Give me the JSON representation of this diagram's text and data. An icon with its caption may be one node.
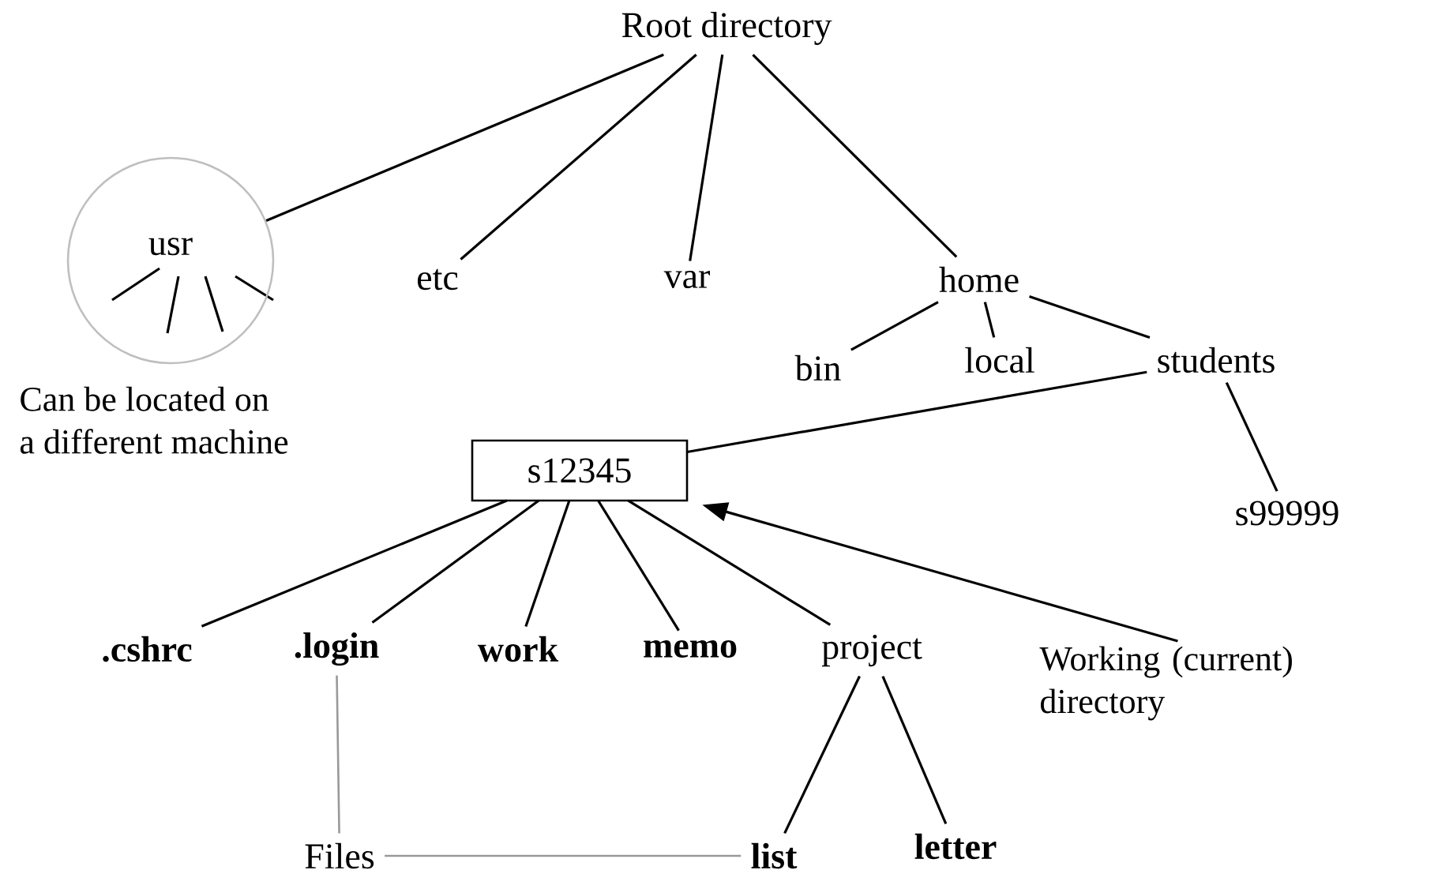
{
  "diagram": {
    "nodes": [
      {
        "text": [
          "Root directory"
        ]
      },
      {
        "text": [
          "usr"
        ],
        "beside": [
          "Can be located on a different machine"
        ]
      },
      {
        "text": [
          "etc"
        ]
      },
      {
        "text": [
          "var"
        ]
      },
      {
        "text": [
          "home"
        ]
      },
      {
        "text": [
          "bin"
        ]
      },
      {
        "text": [
          "local"
        ]
      },
      {
        "text": [
          "students"
        ]
      },
      {
        "text": [
          "s12345"
        ]
      },
      {
        "text": [
          "s99999"
        ]
      },
      {
        "text": [
          ".cshrc"
        ]
      },
      {
        "text": [
          ".login"
        ]
      },
      {
        "text": [
          "work"
        ]
      },
      {
        "text": [
          "memo"
        ]
      },
      {
        "text": [
          "project"
        ]
      },
      {
        "text": [
          "Working (current) directory"
        ]
      },
      {
        "text": [
          "Files"
        ]
      },
      {
        "text": [
          "list"
        ]
      },
      {
        "text": [
          "letter"
        ]
      }
    ],
    "edges": [
      {
        "from": 0,
        "to": 1,
        "arrow": "none"
      },
      {
        "from": 0,
        "to": 2,
        "arrow": "none"
      },
      {
        "from": 0,
        "to": 3,
        "arrow": "none"
      },
      {
        "from": 0,
        "to": 4,
        "arrow": "none"
      },
      {
        "from": 4,
        "to": 5,
        "arrow": "none"
      },
      {
        "from": 4,
        "to": 6,
        "arrow": "none"
      },
      {
        "from": 4,
        "to": 7,
        "arrow": "none"
      },
      {
        "from": 7,
        "to": 8,
        "arrow": "none"
      },
      {
        "from": 7,
        "to": 9,
        "arrow": "none"
      },
      {
        "from": 8,
        "to": 10,
        "arrow": "none"
      },
      {
        "from": 8,
        "to": 11,
        "arrow": "none"
      },
      {
        "from": 8,
        "to": 12,
        "arrow": "none"
      },
      {
        "from": 8,
        "to": 13,
        "arrow": "none"
      },
      {
        "from": 8,
        "to": 14,
        "arrow": "none"
      },
      {
        "from": 15,
        "to": 8,
        "arrow": "to"
      },
      {
        "from": 14,
        "to": 17,
        "arrow": "none"
      },
      {
        "from": 14,
        "to": 18,
        "arrow": "none"
      },
      {
        "from": 16,
        "to": 11,
        "arrow": "none",
        "color": "#999999"
      },
      {
        "from": 16,
        "to": 17,
        "arrow": "none",
        "color": "#999999"
      }
    ]
  }
}
